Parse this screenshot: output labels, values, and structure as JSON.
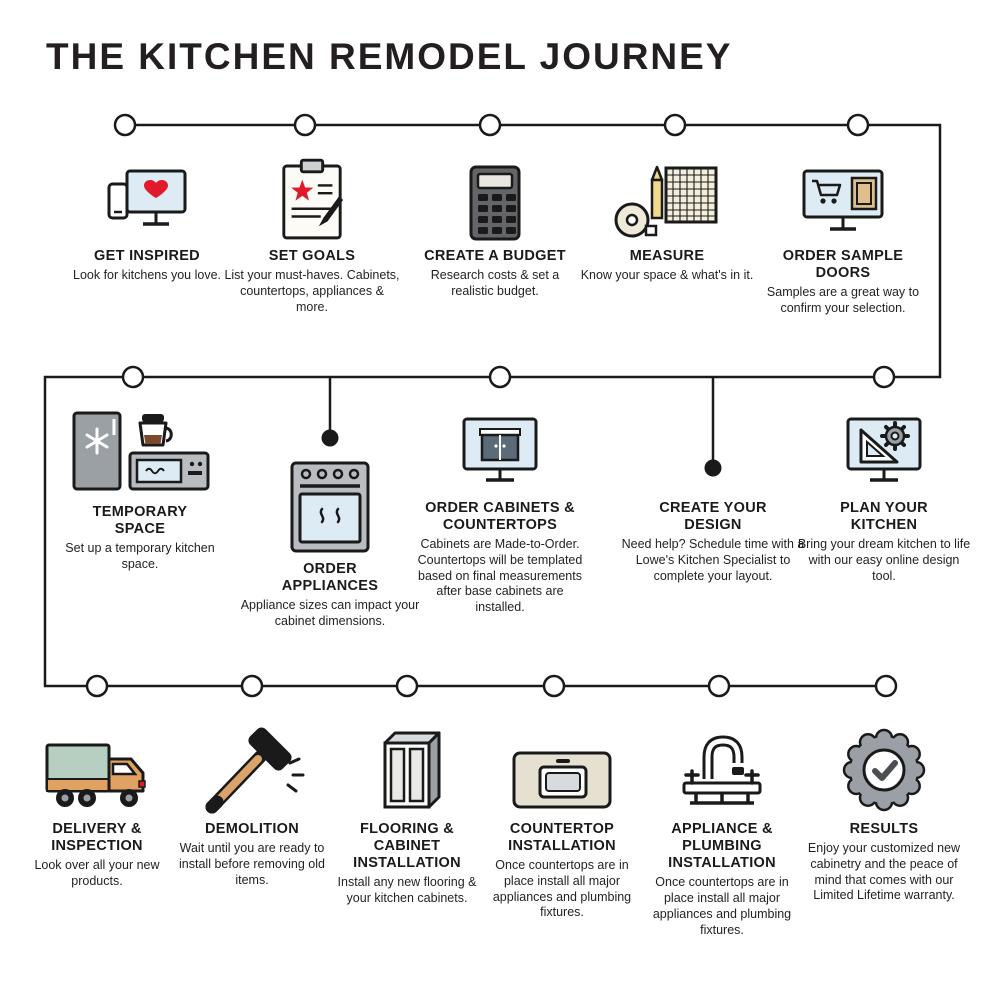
{
  "title": "THE KITCHEN REMODEL JOURNEY",
  "rows": [
    {
      "name": "plan",
      "steps": [
        {
          "title": "GET INSPIRED",
          "desc": "Look for kitchens you love.",
          "icon": "monitor-heart-icon"
        },
        {
          "title": "SET GOALS",
          "desc": "List your must-haves. Cabinets, countertops, appliances & more.",
          "icon": "clipboard-star-icon"
        },
        {
          "title": "CREATE A BUDGET",
          "desc": "Research costs & set a realistic budget.",
          "icon": "calculator-icon"
        },
        {
          "title": "MEASURE",
          "desc": "Know your space & what's in it.",
          "icon": "tape-measure-icon"
        },
        {
          "title": "ORDER SAMPLE\nDOORS",
          "desc": "Samples are a great way to confirm your selection.",
          "icon": "monitor-cart-door-icon"
        }
      ]
    },
    {
      "name": "order",
      "steps": [
        {
          "title": "TEMPORARY\nSPACE",
          "desc": "Set up a temporary kitchen space.",
          "icon": "temporary-kitchen-icon"
        },
        {
          "title": "ORDER\nAPPLIANCES",
          "desc": "Appliance sizes can impact your cabinet dimensions.",
          "icon": "range-oven-icon"
        },
        {
          "title": "ORDER CABINETS &\nCOUNTERTOPS",
          "desc": "Cabinets are Made-to-Order. Countertops will be templated based on final measurements after base cabinets are installed.",
          "icon": "monitor-cabinets-icon"
        },
        {
          "title": "CREATE YOUR\nDESIGN",
          "desc": "Need help? Schedule time with a Lowe's Kitchen Specialist to complete your layout.",
          "icon": null
        },
        {
          "title": "PLAN YOUR\nKITCHEN",
          "desc": "Bring your dream kitchen to life with our easy online design tool.",
          "icon": "monitor-design-tools-icon"
        }
      ]
    },
    {
      "name": "install",
      "steps": [
        {
          "title": "DELIVERY &\nINSPECTION",
          "desc": "Look over all your new products.",
          "icon": "delivery-truck-icon"
        },
        {
          "title": "DEMOLITION",
          "desc": "Wait until you are ready to install before removing old items.",
          "icon": "sledgehammer-icon"
        },
        {
          "title": "FLOORING &\nCABINET\nINSTALLATION",
          "desc": "Install any new flooring & your kitchen cabinets.",
          "icon": "cabinet-icon"
        },
        {
          "title": "COUNTERTOP\nINSTALLATION",
          "desc": "Once countertops are in place install all major appliances and plumbing fixtures.",
          "icon": "countertop-sink-icon"
        },
        {
          "title": "APPLIANCE &\nPLUMBING\nINSTALLATION",
          "desc": "Once countertops are in place install all major appliances and plumbing fixtures.",
          "icon": "faucet-icon"
        },
        {
          "title": "RESULTS",
          "desc": "Enjoy your customized new cabinetry and the peace of mind that comes with our Limited Lifetime warranty.",
          "icon": "warranty-badge-icon"
        }
      ]
    }
  ],
  "colors": {
    "line": "#1a1a1a",
    "accent_red": "#e01a2b",
    "screen_blue": "#dcebf4",
    "appliance_gray": "#b9bdc1",
    "dark_gray": "#636569",
    "wood_tan": "#dfbe8e",
    "handle_tan": "#d9a36a",
    "truck_green": "#b7cfc0",
    "truck_orange": "#e0a263",
    "paper_cream": "#f4efdc",
    "badge_gray": "#9aa0a6"
  }
}
